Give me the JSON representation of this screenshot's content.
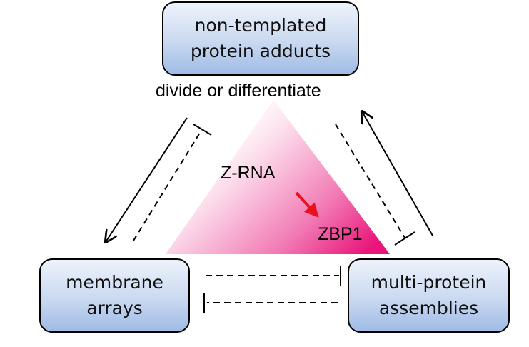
{
  "nodes": {
    "top": {
      "line1": "non-templated",
      "line2": "protein adducts"
    },
    "left": {
      "line1": "membrane",
      "line2": "arrays"
    },
    "right": {
      "line1": "multi-protein",
      "line2": "assemblies"
    }
  },
  "labels": {
    "fate": "divide or differentiate",
    "z_rna": "Z-RNA",
    "zbp1": "ZBP1"
  },
  "colors": {
    "triangle_start": "#ffffff",
    "triangle_end": "#e8157a",
    "activation_arrow": "#e8111d",
    "node_fill_top": "#eef3fb",
    "node_fill_bottom": "#9fbbe6"
  }
}
